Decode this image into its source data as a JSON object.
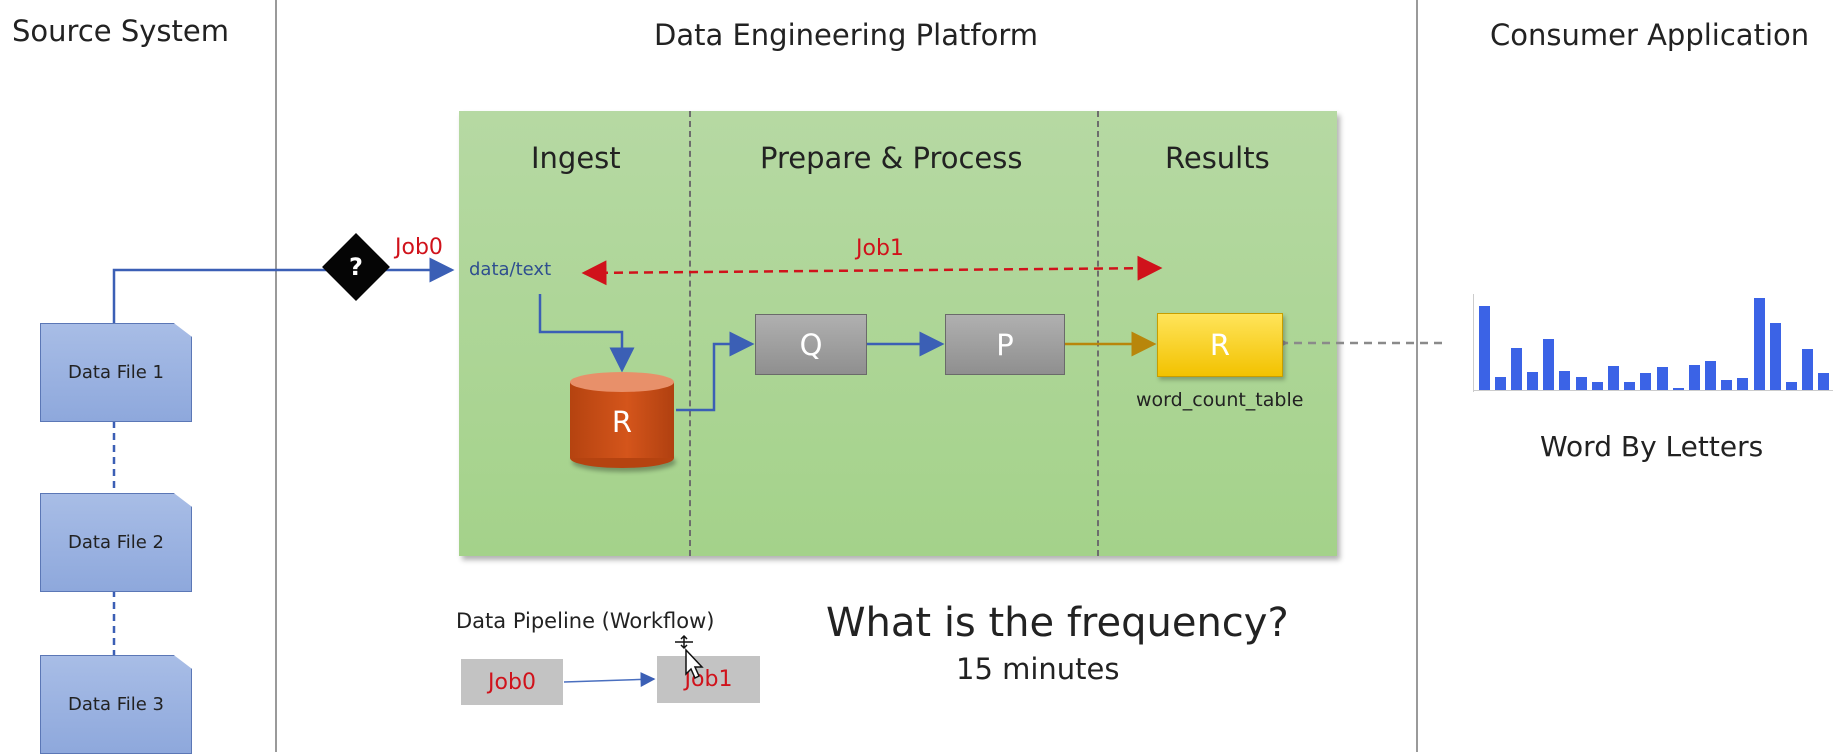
{
  "columns": {
    "source": "Source System",
    "platform": "Data Engineering Platform",
    "consumer": "Consumer Application"
  },
  "stages": {
    "ingest": "Ingest",
    "prepare": "Prepare & Process",
    "results": "Results"
  },
  "files": [
    "Data File 1",
    "Data File 2",
    "Data File 3"
  ],
  "nodes": {
    "decision": "?",
    "source_path": "data/text",
    "raw_store": "R",
    "query": "Q",
    "process": "P",
    "result": "R",
    "result_table": "word_count_table"
  },
  "jobs": {
    "job0": "Job0",
    "job1": "Job1"
  },
  "pipeline": {
    "title": "Data Pipeline (Workflow)",
    "job0": "Job0",
    "job1": "Job1"
  },
  "question": {
    "text": "What is the frequency?",
    "answer": "15 minutes"
  },
  "consumer_chart": {
    "caption": "Word By Letters"
  },
  "chart_data": {
    "type": "bar",
    "title": "",
    "values": [
      88,
      14,
      44,
      19,
      53,
      20,
      14,
      8,
      25,
      8,
      18,
      24,
      2,
      26,
      30,
      10,
      12,
      96,
      70,
      8,
      43,
      18
    ],
    "ylim": [
      0,
      100
    ],
    "color": "#3b63e6"
  },
  "colors": {
    "blue_line": "#3b5fb5",
    "red": "#d0121b",
    "orange_line": "#b8860b",
    "gray_dash": "#8a8a8a"
  }
}
